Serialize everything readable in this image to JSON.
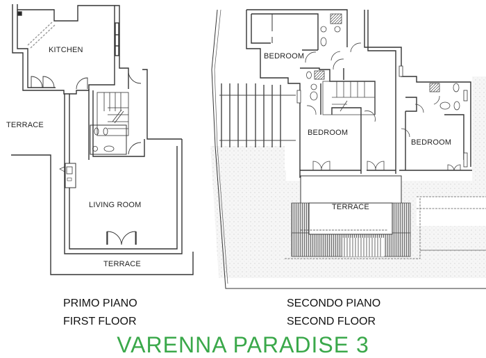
{
  "first_floor": {
    "rooms": {
      "kitchen": "KITCHEN",
      "terrace_left": "TERRACE",
      "living_room": "LIVING ROOM",
      "terrace_bottom": "TERRACE"
    },
    "label_it": "PRIMO PIANO",
    "label_en": "FIRST FLOOR"
  },
  "second_floor": {
    "rooms": {
      "bedroom_top": "BEDROOM",
      "bedroom_middle": "BEDROOM",
      "bedroom_right": "BEDROOM",
      "terrace": "TERRACE"
    },
    "label_it": "SECONDO PIANO",
    "label_en": "SECOND FLOOR"
  },
  "title": "VARENNA PARADISE 3",
  "colors": {
    "title": "#3aa84a",
    "walls": "#333333",
    "garden_fill": "#f3f3f3"
  }
}
